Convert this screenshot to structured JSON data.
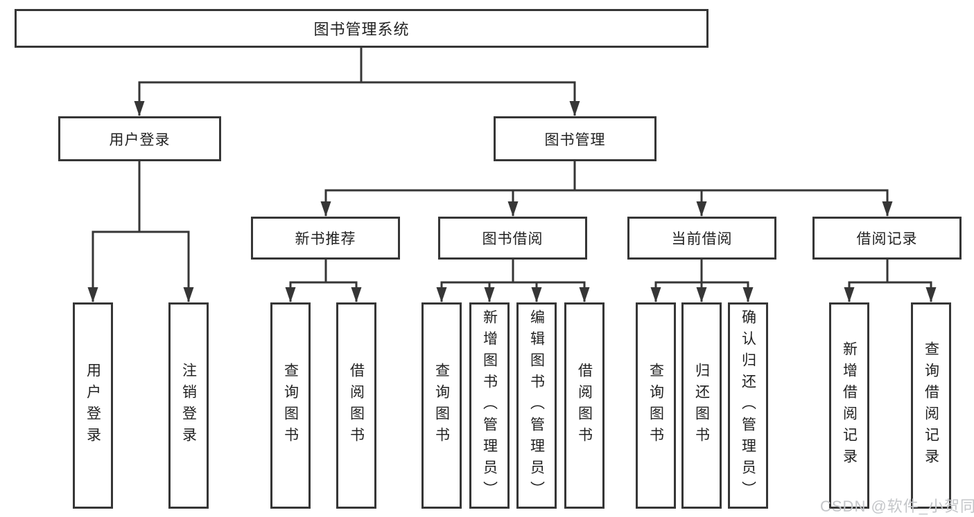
{
  "colors": {
    "line": "#363636",
    "box_border": "#363636",
    "text": "#222222",
    "background": "#ffffff",
    "watermark_text": "#c4c6c9"
  },
  "watermark": "CSDN @软件_小贺同学",
  "tree": {
    "label": "图书管理系统",
    "children": [
      {
        "label": "用户登录",
        "children": [
          {
            "label": "用户登录"
          },
          {
            "label": "注销登录"
          }
        ]
      },
      {
        "label": "图书管理",
        "children": [
          {
            "label": "新书推荐",
            "children": [
              {
                "label": "查询图书"
              },
              {
                "label": "借阅图书"
              }
            ]
          },
          {
            "label": "图书借阅",
            "children": [
              {
                "label": "查询图书"
              },
              {
                "label": "新增图书（管理员）"
              },
              {
                "label": "编辑图书（管理员）"
              },
              {
                "label": "借阅图书"
              }
            ]
          },
          {
            "label": "当前借阅",
            "children": [
              {
                "label": "查询图书"
              },
              {
                "label": "归还图书"
              },
              {
                "label": "确认归还（管理员）"
              }
            ]
          },
          {
            "label": "借阅记录",
            "children": [
              {
                "label": "新增借阅记录"
              },
              {
                "label": "查询借阅记录"
              }
            ]
          }
        ]
      }
    ]
  }
}
